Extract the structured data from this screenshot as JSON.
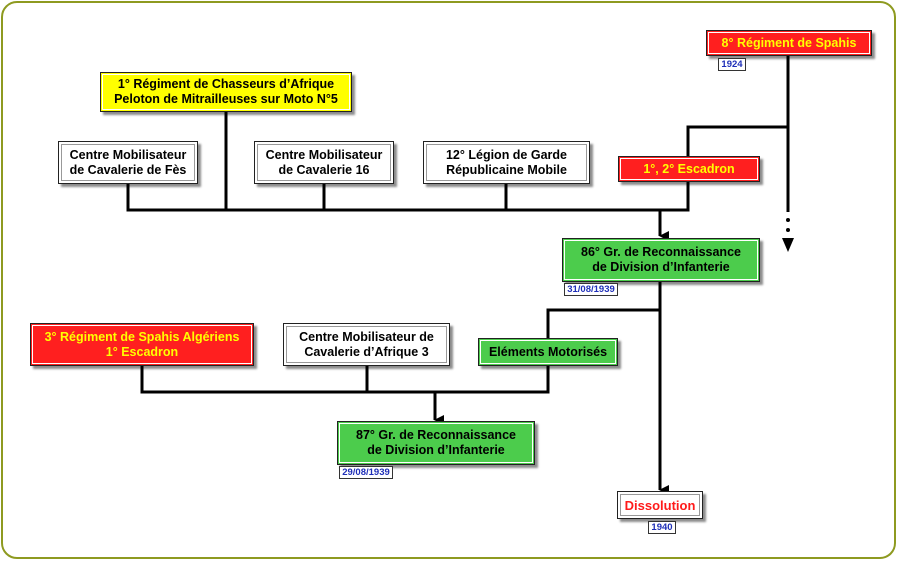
{
  "nodes": {
    "spahis8": {
      "label": "8° Régiment de Spahis",
      "date": "1924"
    },
    "rca1": {
      "label": "1° Régiment de Chasseurs d’Afrique\nPeloton de Mitrailleuses sur Moto N°5"
    },
    "cm_fes": {
      "label": "Centre Mobilisateur\nde Cavalerie de Fès"
    },
    "cm16": {
      "label": "Centre Mobilisateur\nde Cavalerie 16"
    },
    "legion12": {
      "label": "12° Légion de Garde\nRépublicaine Mobile"
    },
    "escadron12": {
      "label": "1°, 2° Escadron"
    },
    "grdi86": {
      "label": "86° Gr. de Reconnaissance\nde Division d’Infanterie",
      "date": "31/08/1939"
    },
    "spahis3": {
      "label": "3° Régiment de Spahis Algériens\n1° Escadron"
    },
    "cm_afrique3": {
      "label": "Centre Mobilisateur de\nCavalerie d’Afrique 3"
    },
    "motorises": {
      "label": "Eléments Motorisés"
    },
    "grdi87": {
      "label": "87° Gr. de Reconnaissance\nde Division d’Infanterie",
      "date": "29/08/1939"
    },
    "dissolution": {
      "label": "Dissolution",
      "date": "1940"
    }
  },
  "colors": {
    "frame": "#8e9a20",
    "red": "#ff1f1f",
    "yellow": "#ffff00",
    "green": "#4ccc4c",
    "date_text": "#1f2fb8",
    "line": "#000000"
  }
}
